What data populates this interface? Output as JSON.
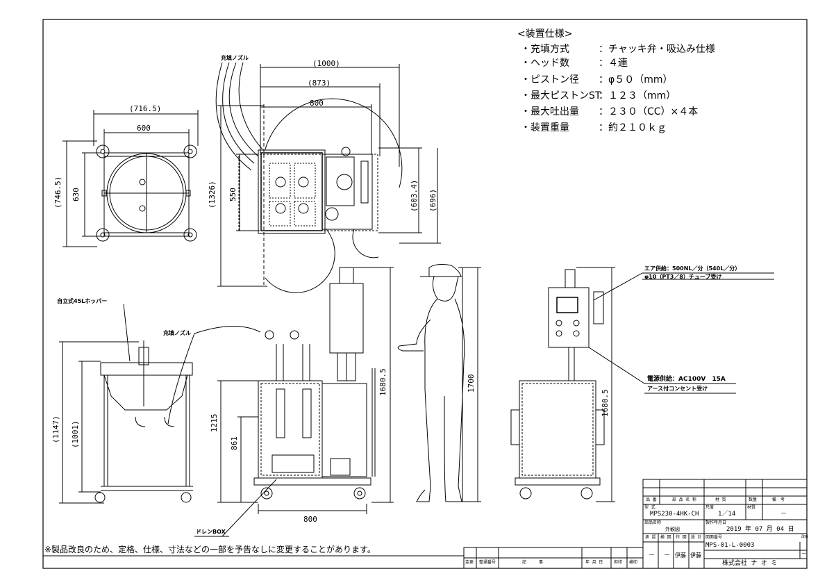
{
  "specs": {
    "heading": "<装置仕様>",
    "rows": [
      {
        "label": "・充填方式",
        "value": "：チャッキ弁・吸込み仕様"
      },
      {
        "label": "・ヘッド数",
        "value": "：４連"
      },
      {
        "label": "・ピストン径",
        "value": "：φ５０（mm）"
      },
      {
        "label": "・最大ピストンST",
        "value": "：１２３（mm）"
      },
      {
        "label": "・最大吐出量",
        "value": "：２３０（CC）×４本"
      },
      {
        "label": "・装置重量",
        "value": "：約２１０ｋｇ"
      }
    ]
  },
  "dims": {
    "w716": "(716.5)",
    "w600": "600",
    "h746": "(746.5)",
    "h630": "630",
    "w1000": "(1000)",
    "w873": "(873)",
    "w800top": "800",
    "h1326": "(1326)",
    "h550": "550",
    "h603": "(603.4)",
    "h696": "(696)",
    "h1147": "(1147)",
    "h1001": "(1001)",
    "h1215": "1215",
    "h861": "861",
    "h1680a": "1680.5",
    "h1700": "1700",
    "w800bottom": "800",
    "h1680b": "1680.5"
  },
  "labels": {
    "nozzle_top": "充填ノズル",
    "nozzle_front": "充填ノズル",
    "hopper": "自立式45Lホッパー",
    "drain": "ドレンBOX",
    "air1": "エア供給：500NL／分（540L／分）",
    "air2": "φ10（PT3／8）チューブ受け",
    "power1": "電源供給：AC100V　15A",
    "power2": "アース付コンセント受け"
  },
  "notice": "※製品改良のため、定格、仕様、寸法などの一部を予告なしに変更することがあります。",
  "title_block": {
    "h_hinban": "品 番",
    "h_buhin": "部 品 名 称",
    "h_zai": "材 質",
    "h_suryo": "数量",
    "h_biko": "備　考",
    "katashiki_label": "型 式",
    "katashiki": "MPS230-4HK-CH",
    "scale_label": "尺度",
    "scale": "1／14",
    "material_label": "材質",
    "material": "－",
    "buhin_label": "部品名称",
    "buhin": "外観図",
    "date_label": "製作年月日",
    "date": "2019 年 07 月 04 日",
    "shonin": "承 認",
    "kenzu": "検 図",
    "sakuzu": "作 図",
    "sekkei": "設 計",
    "v_shonin": "－",
    "v_kenzu": "－",
    "v_sakuzu": "伊藤",
    "v_sekkei": "伊藤",
    "zuban_label": "図面番号",
    "zuban": "MPS-01-L-0003",
    "kai_label": "改番",
    "kai": "－",
    "company": "株式会社 ナ オ ミ"
  },
  "revision_block": {
    "henko": "変更",
    "henkobango": "整通番号",
    "kiji": "記　　　事",
    "date": "年 月 日",
    "tanto": "担印",
    "kensa": "検印"
  }
}
